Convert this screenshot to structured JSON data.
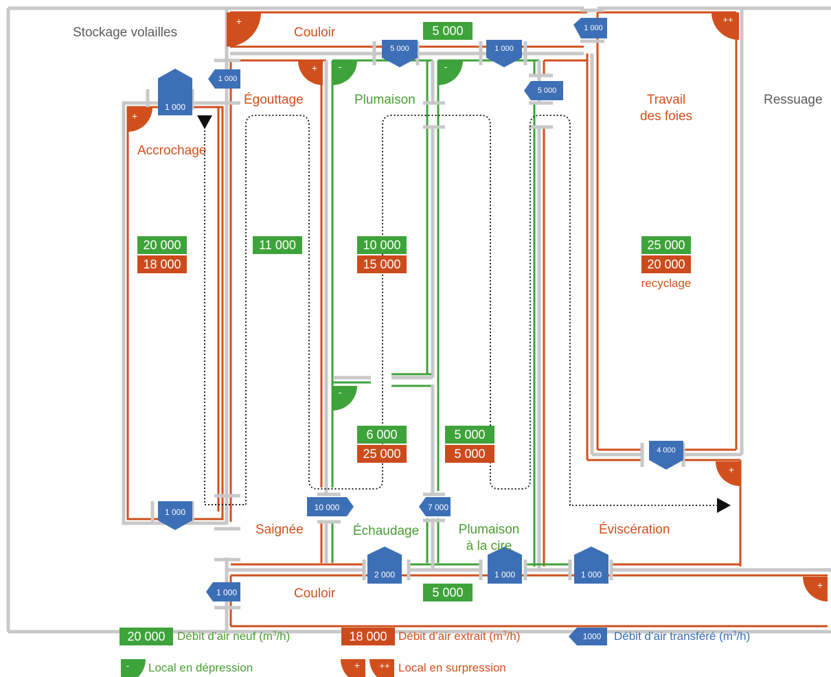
{
  "colors": {
    "orange": "#d04f1c",
    "green": "#3ea33a",
    "blue": "#3d6fb6",
    "gray": "#c8c8c8"
  },
  "outside": {
    "stockage": "Stockage volailles",
    "ressuage": "Ressuage"
  },
  "rooms": {
    "couloir_top": "Couloir",
    "couloir_bottom": "Couloir",
    "egouttage": "Égouttage",
    "plumaison": "Plumaison",
    "travail_line1": "Travail",
    "travail_line2": "des foies",
    "accrochage": "Accrochage",
    "saignee": "Saignée",
    "echaudage": "Échaudage",
    "plumaison_cire_line1": "Plumaison",
    "plumaison_cire_line2": "à la cire",
    "evisceration": "Éviscération",
    "recyclage": "recyclage"
  },
  "flows": {
    "couloir_top_new": "5 000",
    "couloir_bottom_new": "5 000",
    "accrochage_new": "20 000",
    "accrochage_ext": "18 000",
    "egouttage_new": "11 000",
    "plumaison_new": "10 000",
    "plumaison_ext": "15 000",
    "travail_new": "25 000",
    "travail_ext": "20 000",
    "echaudage_new": "6 000",
    "echaudage_ext": "25 000",
    "cire_new": "5 000",
    "cire_ext": "5 000"
  },
  "transfers": {
    "t_top_right": "1 000",
    "t_couloir_plum": "5 000",
    "t_couloir_mid": "1 000",
    "t_egouttage": "1 000",
    "t_cire_top": "5 000",
    "t_accrochage_top": "1 000",
    "t_accrochage_bottom": "1 000",
    "t_saignee": "10 000",
    "t_echaudage": "7 000",
    "t_travail_bottom": "4 000",
    "t_bot_2000": "2 000",
    "t_bot_1000a": "1 000",
    "t_bot_1000b": "1 000",
    "t_couloir_bottom_left": "1 000"
  },
  "pressure": {
    "plus": "+",
    "plusplus": "++",
    "minus": "-"
  },
  "legend": {
    "new_value": "20 000",
    "new_label": "Débit d’air neuf (m",
    "ext_value": "18 000",
    "ext_label": "Débit d’air extrait (m",
    "trans_value": "1000",
    "trans_label": "Débit d’air transféré (m",
    "unit_sup": "3",
    "unit_end": "/h)",
    "minus_sym": "-",
    "depression_label": "Local en dépression",
    "plus_sym": "+",
    "plusplus_sym": "++",
    "surpression_label": "Local en surpression"
  }
}
